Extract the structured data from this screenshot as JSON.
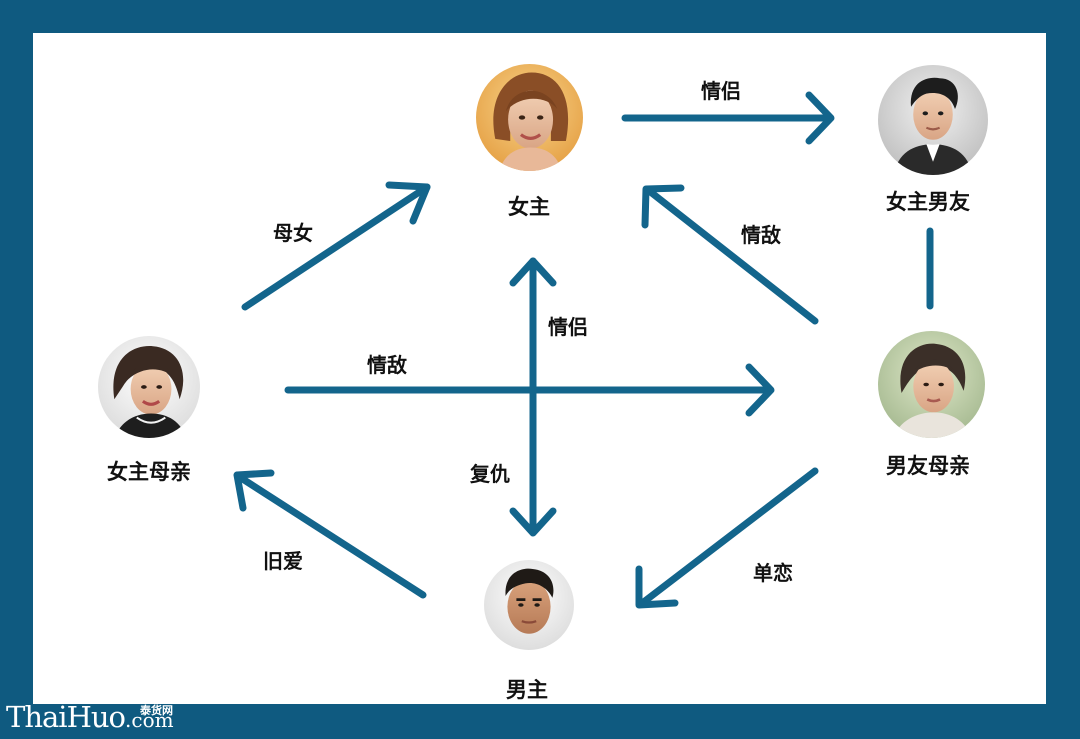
{
  "colors": {
    "frame": "#0f5a80",
    "panel": "#ffffff",
    "arrow": "#13658c",
    "text": "#111111"
  },
  "nodes": {
    "heroine": {
      "label": "女主",
      "icon": "portrait-woman-icon"
    },
    "heroine_boyfriend": {
      "label": "女主男友",
      "icon": "portrait-man-icon"
    },
    "heroine_mother": {
      "label": "女主母亲",
      "icon": "portrait-woman-icon"
    },
    "boyfriend_mother": {
      "label": "男友母亲",
      "icon": "portrait-woman-icon"
    },
    "hero": {
      "label": "男主",
      "icon": "portrait-man-icon"
    }
  },
  "edges": {
    "heroine_to_boyfriend": "情侣",
    "mother_daughter": "母女",
    "rival_top": "情敌",
    "lovers_vertical": "情侣",
    "rival_middle": "情敌",
    "revenge": "复仇",
    "old_love": "旧爱",
    "unrequited": "单恋"
  },
  "watermark": {
    "brand": "ThaiHuo",
    "chinese": "泰货网",
    "suffix": ".com"
  }
}
